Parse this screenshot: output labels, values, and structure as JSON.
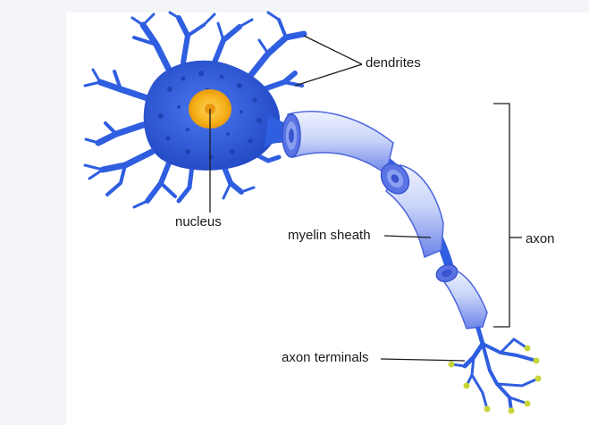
{
  "labels": {
    "dendrites": "dendrites",
    "nucleus": "nucleus",
    "myelin_sheath": "myelin sheath",
    "axon": "axon",
    "axon_terminals": "axon terminals"
  },
  "colors": {
    "cell_body": "#2f5ee0",
    "cell_body_dark": "#1f43b8",
    "nucleus": "#f7b51c",
    "myelin_light": "#dfe6fb",
    "myelin_dark": "#5a74e6",
    "terminal_tips": "#c8d53a",
    "leader_lines": "#1a1a1a"
  }
}
